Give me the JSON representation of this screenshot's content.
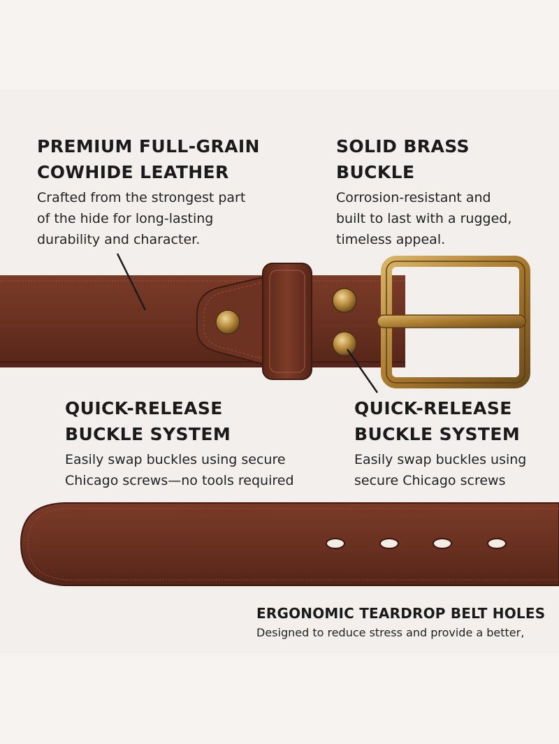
{
  "callouts": {
    "leather": {
      "title_line1": "PREMIUM FULL-GRAIN",
      "title_line2": "COWHIDE LEATHER",
      "desc_line1": "Crafted from the strongest part",
      "desc_line2": "of the hide for long-lasting",
      "desc_line3": "durability and character."
    },
    "brass": {
      "title_line1": "SOLID BRASS",
      "title_line2": "BUCKLE",
      "desc_line1": "Corrosion-resistant and",
      "desc_line2": "built to last with a rugged,",
      "desc_line3": "timeless appeal."
    },
    "qr_left": {
      "title_line1": "QUICK-RELEASE",
      "title_line2": "BUCKLE SYSTEM",
      "desc_line1": "Easily swap buckles using secure",
      "desc_line2": "Chicago screws—no tools required"
    },
    "qr_right": {
      "title_line1": "QUICK-RELEASE",
      "title_line2": "BUCKLE SYSTEM",
      "desc_line1": "Easily swap buckles using",
      "desc_line2": "secure Chicago screws"
    },
    "holes": {
      "title": "ERGONOMIC TEARDROP BELT HOLES",
      "desc": "Designed to reduce stress and provide a better,"
    }
  },
  "colors": {
    "background": "#f3efec",
    "leather": "#6b3322",
    "leather_dark": "#4a2014",
    "brass": "#b58a3a",
    "text": "#1a1a1a"
  }
}
